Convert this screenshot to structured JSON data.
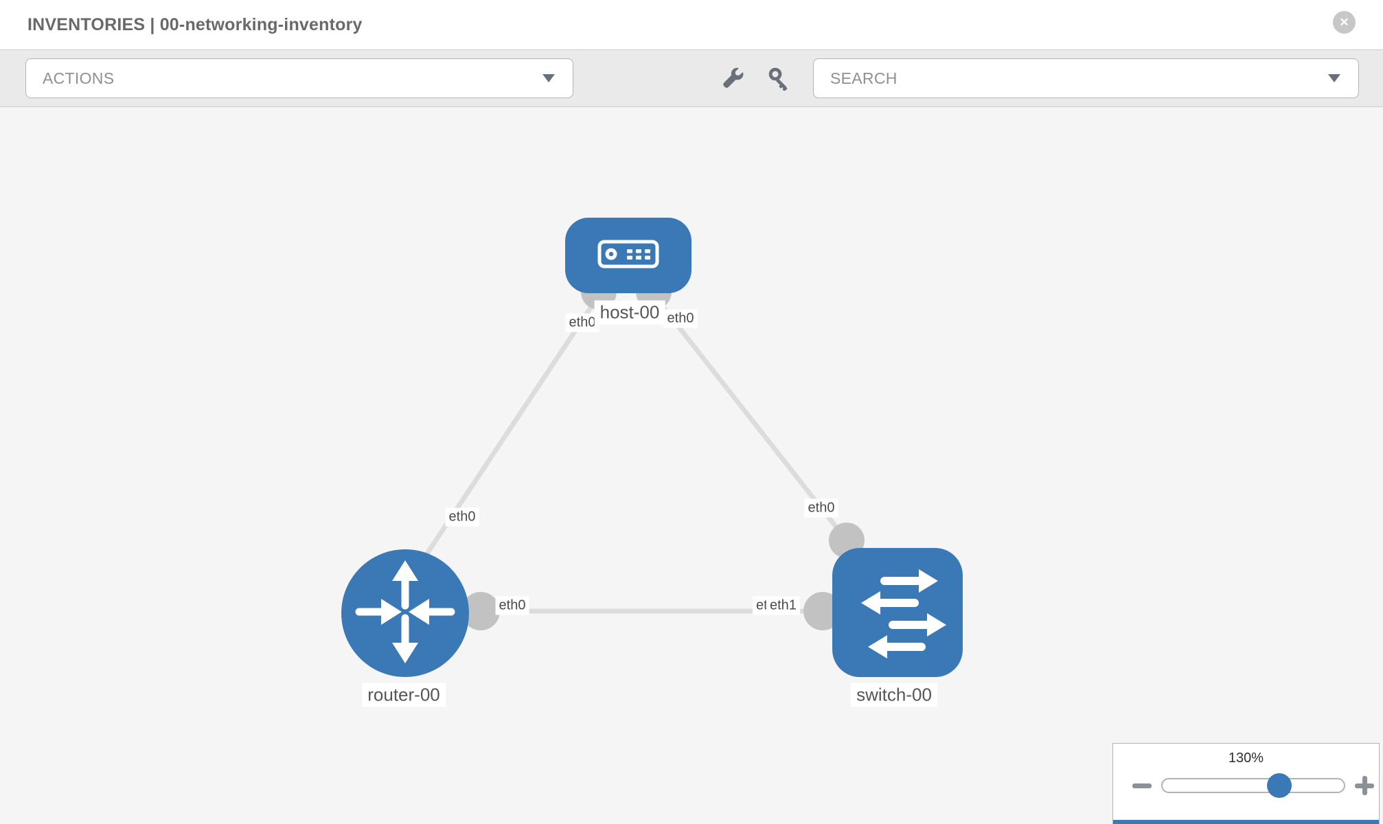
{
  "header": {
    "title": "INVENTORIES | 00-networking-inventory"
  },
  "icons": {
    "close_glyph": "✕",
    "close": "circle-x",
    "actions_caret": "triangle-down",
    "search_caret": "triangle-down",
    "wrench": "wrench",
    "key": "key",
    "zoom_out": "minus",
    "zoom_in": "plus"
  },
  "toolbar": {
    "actions_label": "ACTIONS",
    "search_placeholder": "SEARCH"
  },
  "topology": {
    "nodes": [
      {
        "name": "host-00",
        "type": "host"
      },
      {
        "name": "router-00",
        "type": "router"
      },
      {
        "name": "switch-00",
        "type": "switch"
      }
    ],
    "links": [
      {
        "from": "host-00",
        "from_iface": "eth0",
        "to": "router-00",
        "to_iface": "eth0"
      },
      {
        "from": "host-00",
        "from_iface": "eth0",
        "to": "switch-00",
        "to_iface": "eth0"
      },
      {
        "from": "router-00",
        "from_iface": "eth0",
        "to": "switch-00",
        "to_iface": "eth1",
        "overlapped_iface_label": "eth0"
      }
    ]
  },
  "zoom_control": {
    "level": "130%"
  },
  "colors": {
    "node_blue": "#3a79b5",
    "link_gray": "#dcdcdc",
    "connector_gray": "#c2c2c2",
    "toolbar_bg": "#eaeaea",
    "canvas_bg": "#f5f5f5"
  }
}
